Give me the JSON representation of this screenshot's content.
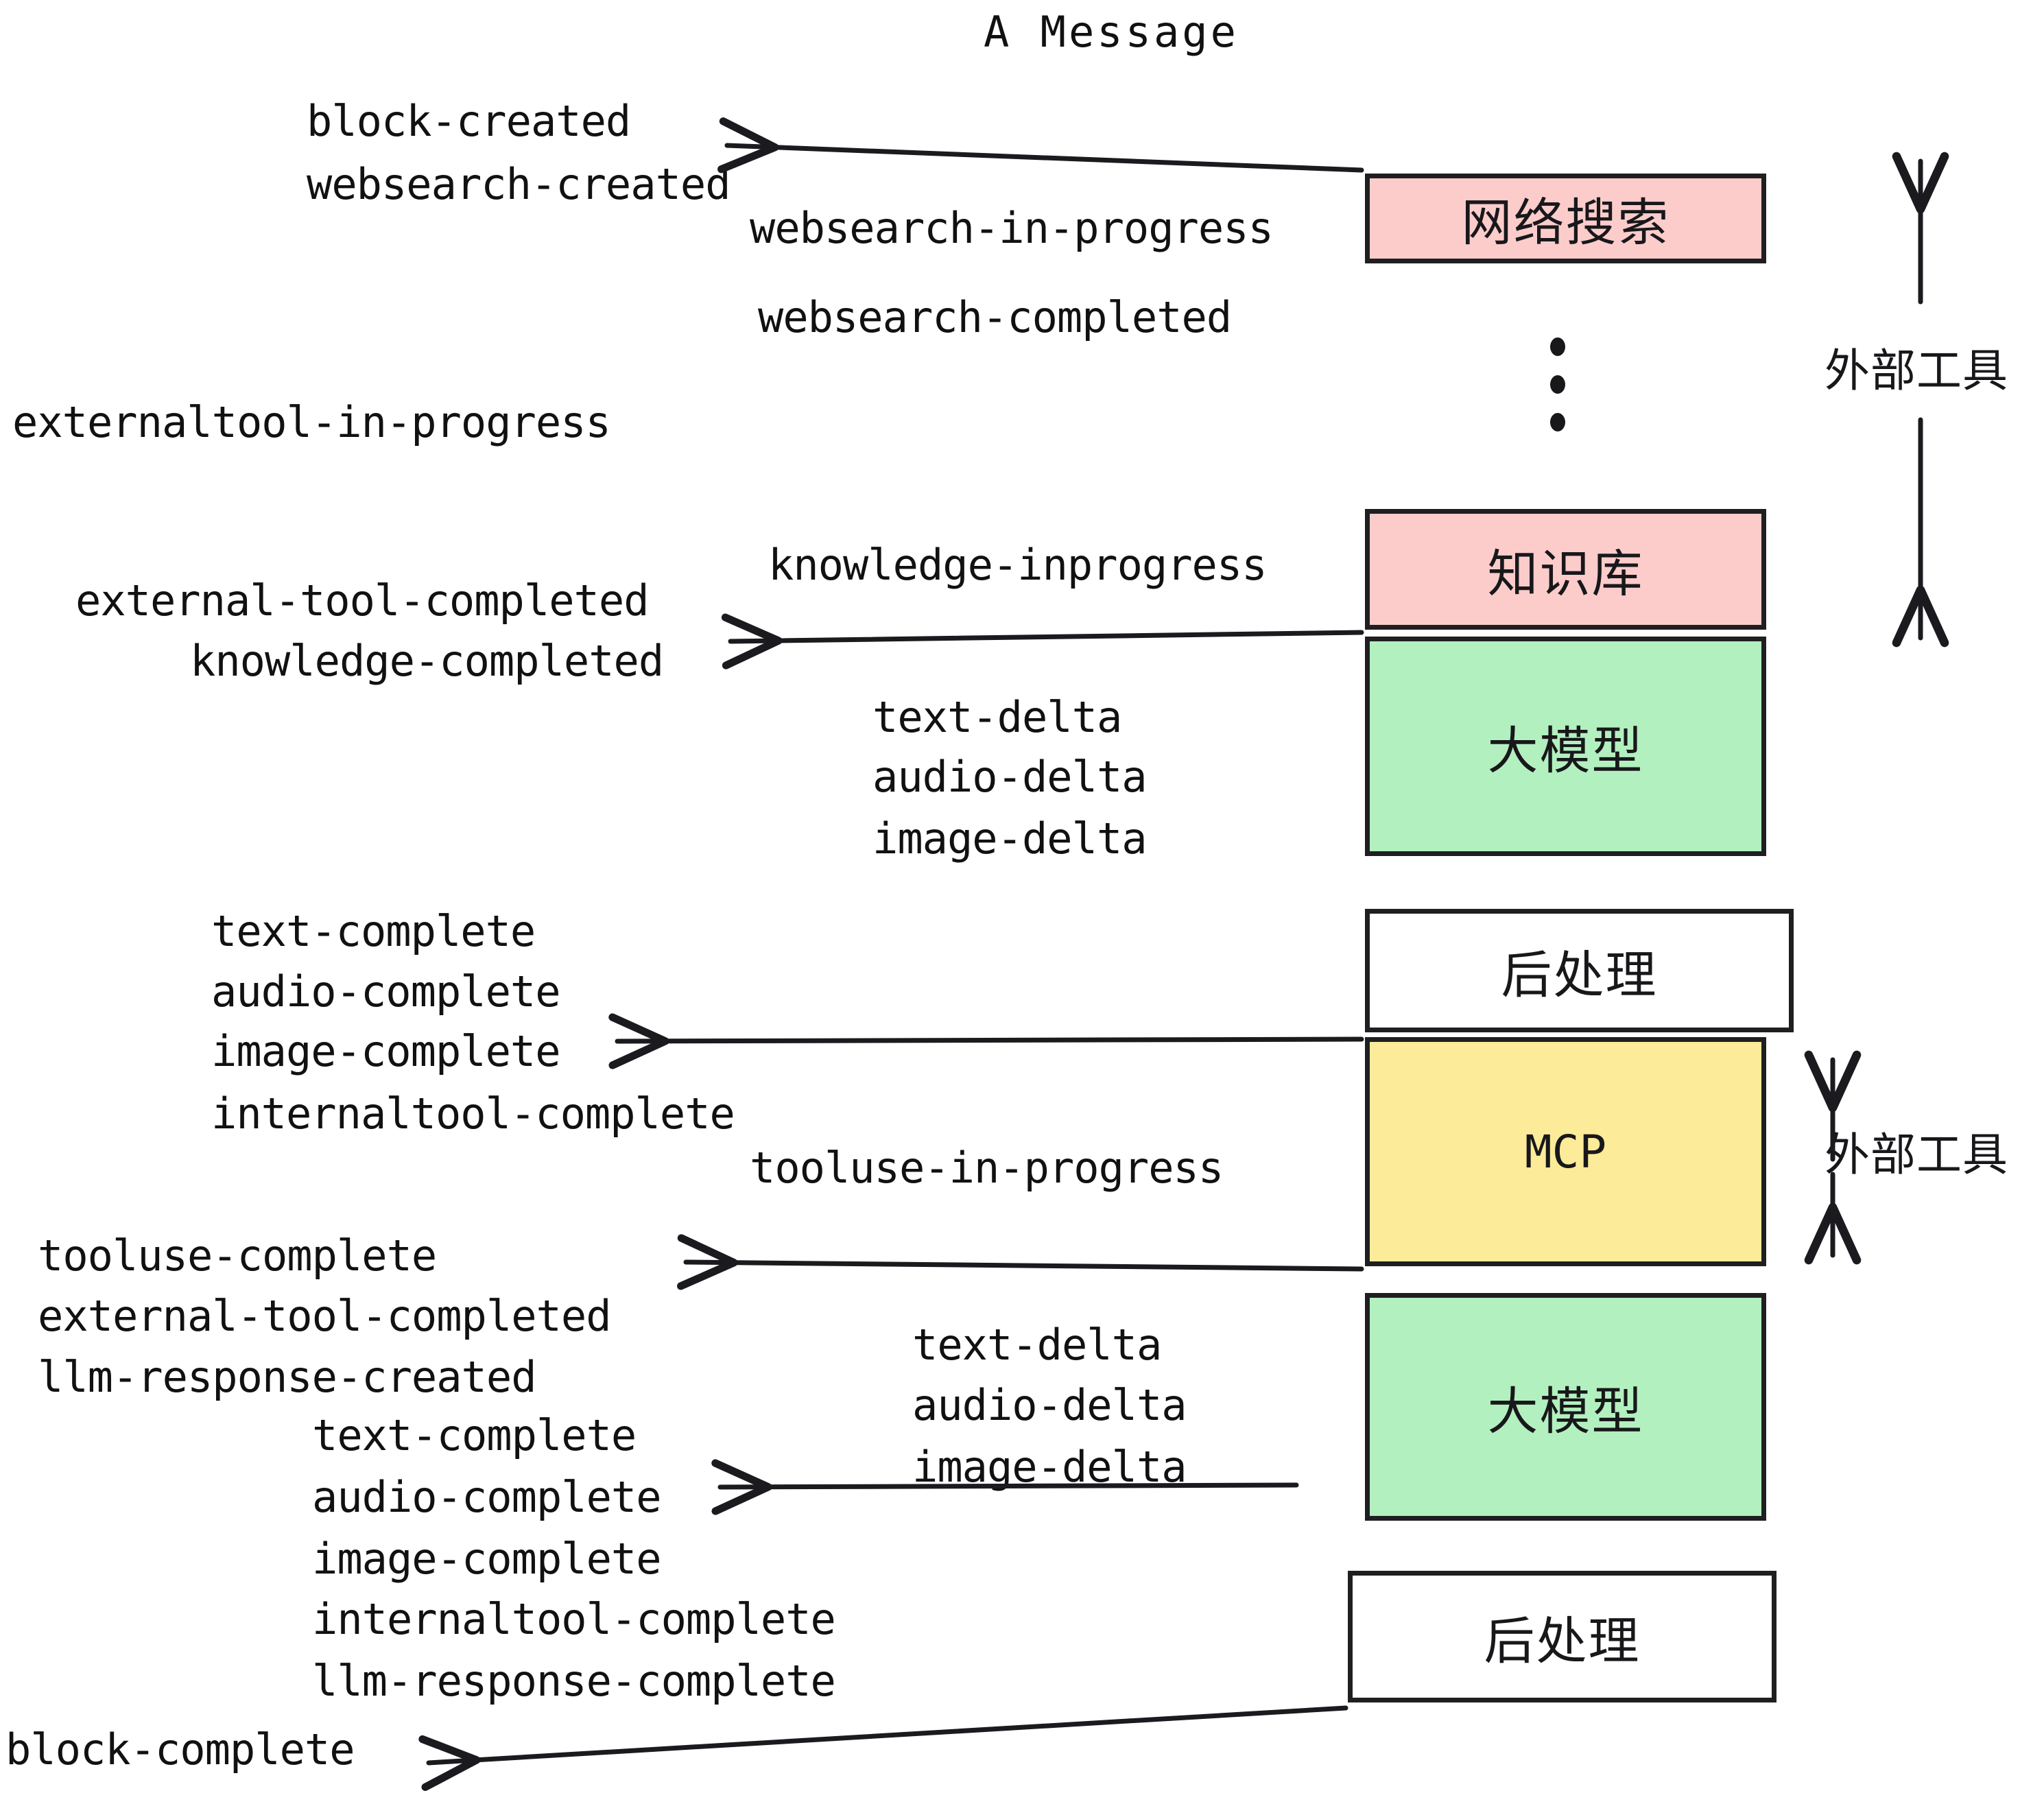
{
  "diagram": {
    "title": "A Message",
    "events": {
      "block_created": "block-created",
      "websearch_created": "websearch-created",
      "websearch_in_progress": "websearch-in-progress",
      "websearch_completed": "websearch-completed",
      "externaltool_in_progress": "externaltool-in-progress",
      "knowledge_inprogress": "knowledge-inprogress",
      "external_tool_completed_1": "external-tool-completed",
      "knowledge_completed": "knowledge-completed",
      "text_delta_1": "text-delta",
      "audio_delta_1": "audio-delta",
      "image_delta_1": "image-delta",
      "text_complete_1": "text-complete",
      "audio_complete_1": "audio-complete",
      "image_complete_1": "image-complete",
      "internaltool_complete_1": "internaltool-complete",
      "tooluse_in_progress": "tooluse-in-progress",
      "tooluse_complete": "tooluse-complete",
      "external_tool_completed_2": "external-tool-completed",
      "llm_response_created": "llm-response-created",
      "text_delta_2": "text-delta",
      "audio_delta_2": "audio-delta",
      "image_delta_2": "image-delta",
      "text_complete_2": "text-complete",
      "audio_complete_2": "audio-complete",
      "image_complete_2": "image-complete",
      "internaltool_complete_2": "internaltool-complete",
      "llm_response_complete": "llm-response-complete",
      "block_complete": "block-complete"
    },
    "nodes": {
      "websearch": "网络搜索",
      "knowledge": "知识库",
      "llm_1": "大模型",
      "postprocess_1": "后处理",
      "mcp": "MCP",
      "llm_2": "大模型",
      "postprocess_2": "后处理"
    },
    "annotations": {
      "external_tools_top": "外部工具",
      "external_tools_bottom": "外部工具"
    },
    "colors": {
      "pink": "#FCCCCB",
      "green": "#B3F0BF",
      "yellow": "#FCEB98",
      "white": "#FFFFFF",
      "stroke": "#1F1F22"
    }
  }
}
